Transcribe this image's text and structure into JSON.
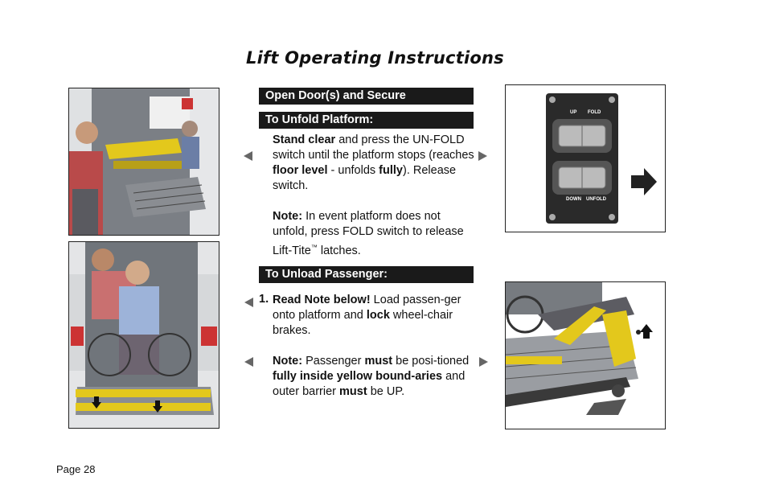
{
  "title": "Lift Operating Instructions",
  "section1": {
    "heading": "Open Door(s) and Secure"
  },
  "section2": {
    "heading": "To Unfold Platform:",
    "p1_a": "Stand clear",
    "p1_b": " and press the UN-FOLD switch until the platform stops (reaches ",
    "p1_c": "floor level",
    "p1_d": " - unfolds ",
    "p1_e": "fully",
    "p1_f": ").  Release switch.",
    "note_label": "Note:",
    "note_text": "  In event platform does not unfold, press FOLD switch to release Lift-Tite",
    "note_tm": "™",
    "note_end": " latches."
  },
  "section3": {
    "heading": "To Unload Passenger:",
    "step_num": "1.",
    "s_a": "Read Note below!",
    "s_b": "  Load passen-ger onto platform and ",
    "s_c": "lock",
    "s_d": " wheel-chair brakes.",
    "note_label": "Note:",
    "n_a": "  Passenger ",
    "n_b": "must",
    "n_c": " be posi-tioned ",
    "n_d": "fully inside yellow bound-aries",
    "n_e": " and outer barrier ",
    "n_f": "must",
    "n_g": " be UP."
  },
  "switch_panel": {
    "label_up": "UP",
    "label_fold": "FOLD",
    "label_down": "DOWN",
    "label_unfold": "UNFOLD"
  },
  "footer": {
    "page": "Page 28"
  },
  "colors": {
    "bar": "#1a1a1a",
    "platform_yellow": "#e3c81c",
    "arrow_gray": "#666666"
  }
}
